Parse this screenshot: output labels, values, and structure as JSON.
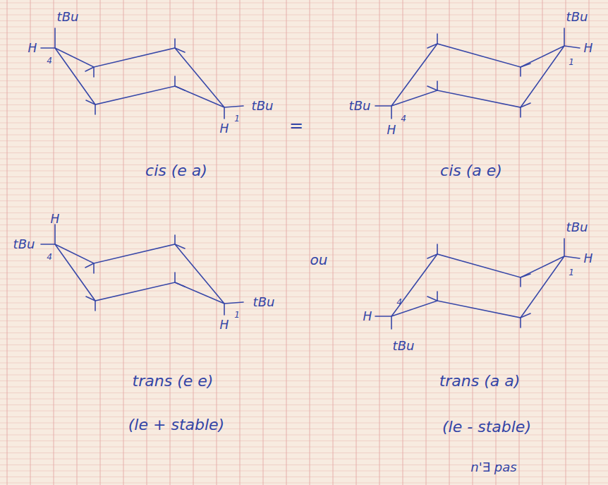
{
  "diagram": {
    "labels": [
      "tBu",
      "H",
      "4",
      "tBu",
      "H",
      "1",
      "=",
      "tBu",
      "H",
      "1",
      "tBu",
      "H",
      "4",
      "cis (e a)",
      "cis (a e)",
      "H",
      "tBu",
      "4",
      "tBu",
      "H",
      "1",
      "ou",
      "tBu",
      "H",
      "1",
      "H",
      "4",
      "tBu",
      "trans (e e)",
      "(le + stable)",
      "trans (a a)",
      "(le - stable)",
      "n'∃ pas"
    ]
  }
}
